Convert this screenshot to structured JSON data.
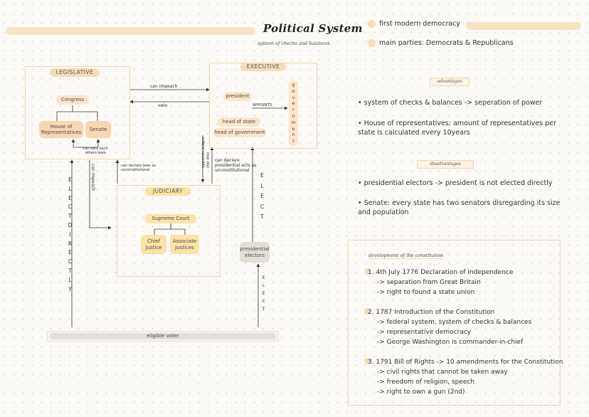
{
  "header": {
    "title": "Political System",
    "subtitle": "system of checks and balances"
  },
  "top_facts": [
    "first modern democracy",
    "main parties: Democrats & Republicans"
  ],
  "diagram": {
    "legislative": {
      "label": "LEGISLATIVE",
      "congress": "Congress",
      "house": "House of Representatives",
      "senate": "Senate",
      "can_veto_note": "can veto each others laws"
    },
    "executive": {
      "label": "EXECUTIVE",
      "president": "president",
      "appoints": "APPOINTS",
      "government": "government",
      "head_of_state": "head of state",
      "head_of_government": "head of government"
    },
    "judiciary": {
      "label": "JUDICIARY",
      "supreme_court": "Supreme Court",
      "chief_justice": "Chief Justice",
      "associate_justices": "Associate Justices"
    },
    "arrows": {
      "can_impeach_top": "can impeach",
      "veto": "veto",
      "can_impeach_vertical": "can impeach",
      "can_declare_laws": "can declare laws as unconstitutional",
      "appoints_judges": "appoints judges (for life)",
      "can_declare_presidential": "can declare presidential acts as unconstitutional",
      "elect_directly": "ELECT DIRECTLY",
      "elect_1": "ELECT",
      "elect_2": "ELECT"
    },
    "presidential_electors": "presidential electors",
    "eligible_voter": "eligible voter"
  },
  "advantages": {
    "label": "advantages",
    "items": [
      "system of checks & balances -> seperation of power",
      "House of representatives: amount of representatives per state is calculated every 10years"
    ]
  },
  "disadvantages": {
    "label": "disadvantages",
    "items": [
      "presidential electors -> president is not elected directly",
      "Senate: every state has two senators disregarding its size and population"
    ]
  },
  "development": {
    "label": "development of the constitution",
    "entries": [
      {
        "num": "1.",
        "head": "4th July 1776 Declaration of Independence",
        "points": [
          "-> separation from Great Britain",
          "-> right to found a state union"
        ]
      },
      {
        "num": "2.",
        "head": "1787 Introduction of the Constitution",
        "points": [
          "-> federal system, system of checks & balances",
          "-> representative democracy",
          "-> George Washington is commander-in-chief"
        ]
      },
      {
        "num": "3.",
        "head": "1791 Bill of Rights -> 10 amendments for the Constitution",
        "points": [
          "-> civil rights that cannot be taken away",
          "-> freedom of religion, speech",
          "-> right to own a gun (2nd)"
        ]
      }
    ]
  },
  "colors": {
    "peach": "#f6d7b4",
    "yellow": "#f9e3a6",
    "grey": "#e4dfd6",
    "border": "#f3d6ad"
  }
}
